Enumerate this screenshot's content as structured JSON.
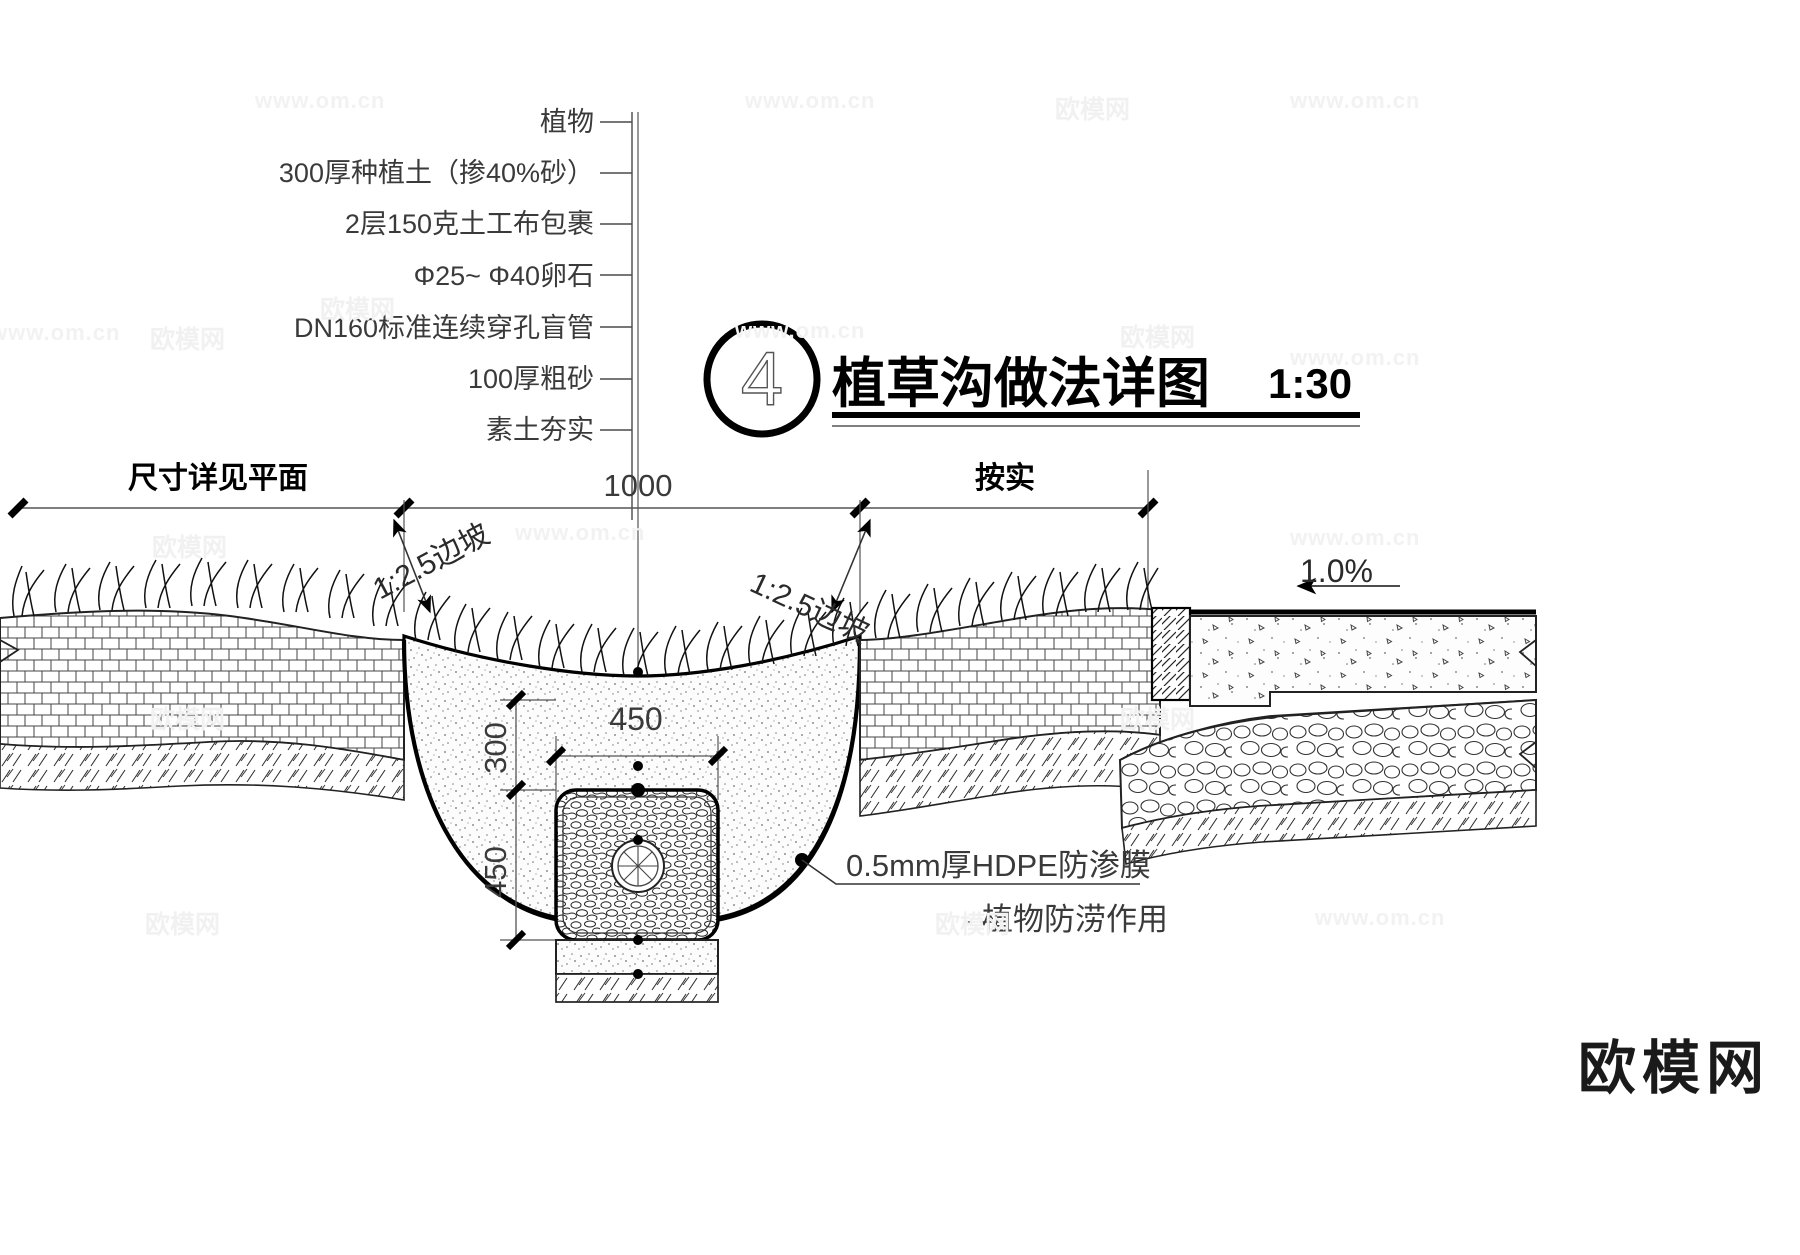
{
  "drawing": {
    "title": "植草沟做法详图",
    "detail_number": "4",
    "scale": "1:30",
    "type": "建筑构造详图"
  },
  "callouts": [
    {
      "id": "plants",
      "label": "植物"
    },
    {
      "id": "planting-soil",
      "label": "300厚种植土（掺40%砂）"
    },
    {
      "id": "geotextile",
      "label": "2层150克土工布包裹"
    },
    {
      "id": "pebble",
      "label": "Φ25~ Φ40卵石"
    },
    {
      "id": "perf-pipe",
      "label": "DN160标准连续穿孔盲管"
    },
    {
      "id": "coarse-sand",
      "label": "100厚粗砂"
    },
    {
      "id": "compacted",
      "label": "素土夯实"
    }
  ],
  "dimensions": {
    "left_span_label": "尺寸详见平面",
    "center_span_label": "1000",
    "right_span_label": "按实",
    "trench_depth_upper": "300",
    "trench_width": "450",
    "trench_depth_lower": "450"
  },
  "slopes": {
    "left_slope": "1:2.5边坡",
    "right_slope": "1:2.5边坡",
    "pavement_grade": "1.0%"
  },
  "notes": [
    {
      "id": "hdpe",
      "label": "0.5mm厚HDPE防渗膜"
    },
    {
      "id": "plant-func",
      "label": "植物防涝作用"
    }
  ],
  "watermarks": {
    "url_text": "www.om.cn",
    "brand_text": "欧模网",
    "logo_text": "欧模网"
  },
  "colors": {
    "line": "#000000",
    "thin_line": "#555555",
    "fill_light": "#f7f7f7",
    "watermark": "#f0f0f0"
  }
}
